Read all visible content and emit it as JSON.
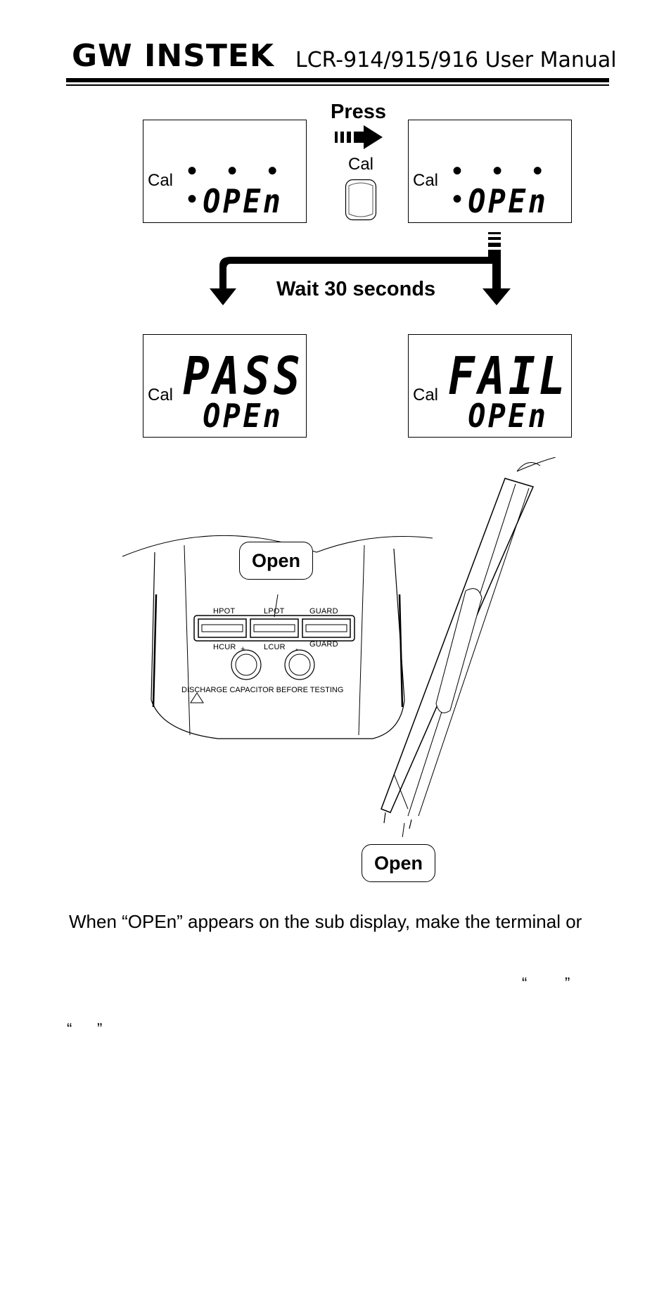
{
  "header": {
    "brand": "GW INSTEK",
    "manual_title": "LCR-914/915/916 User Manual"
  },
  "lcd_panels": [
    {
      "cal": "Cal",
      "main": "• • • •",
      "sub": "OPEn"
    },
    {
      "cal": "Cal",
      "main": "• • • •",
      "sub": "OPEn"
    },
    {
      "cal": "Cal",
      "main": "PASS",
      "sub": "OPEn"
    },
    {
      "cal": "Cal",
      "main": "FAIL",
      "sub": "OPEn"
    }
  ],
  "flow": {
    "press_label": "Press",
    "cal_key_label": "Cal",
    "wait_label": "Wait 30 seconds"
  },
  "terminals": {
    "hpot": "HPOT",
    "lpot": "LPOT",
    "guard_top": "GUARD",
    "hcur": "HCUR",
    "plus": "+",
    "lcur": "LCUR",
    "minus": "-",
    "guard_bottom": "GUARD",
    "warning": "DISCHARGE CAPACITOR BEFORE TESTING"
  },
  "callouts": {
    "terminal_open": "Open",
    "tweezers_open": "Open"
  },
  "body": {
    "text": "When “OPEn” appears on the sub display, make the terminal or",
    "quote_open_1": "“",
    "quote_close_1": "”",
    "quote_open_2": "“",
    "quote_close_2": "”"
  }
}
